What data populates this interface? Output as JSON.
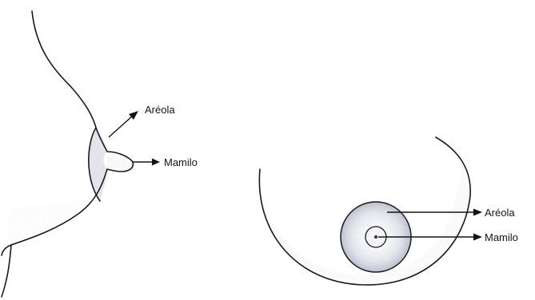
{
  "side_view": {
    "areola_label": "Aréola",
    "nipple_label": "Mamilo"
  },
  "front_view": {
    "areola_label": "Aréola",
    "nipple_label": "Mamilo"
  }
}
